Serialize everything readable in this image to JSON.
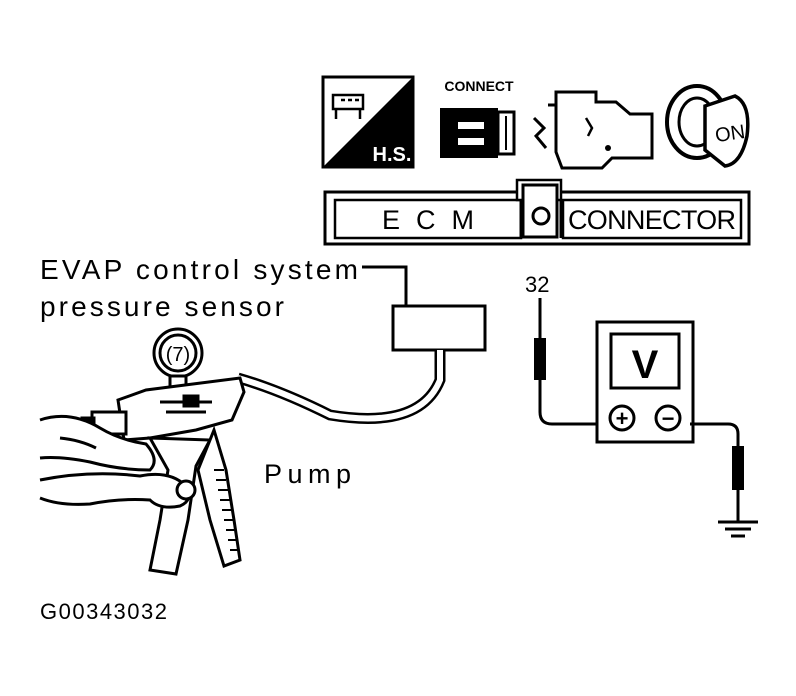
{
  "icons": {
    "handset_label": "H.S.",
    "connect_label": "CONNECT",
    "ignition_label": "ON"
  },
  "ecm_connector": {
    "left_label": "ECM",
    "right_label": "CONNECTOR",
    "terminal_symbol": "O"
  },
  "sensor_label_line1": "EVAP control system",
  "sensor_label_line2": "pressure sensor",
  "terminal_number": "32",
  "voltmeter": {
    "display": "V",
    "positive": "+",
    "negative": "−"
  },
  "pump_label": "Pump",
  "figure_id": "G00343032"
}
